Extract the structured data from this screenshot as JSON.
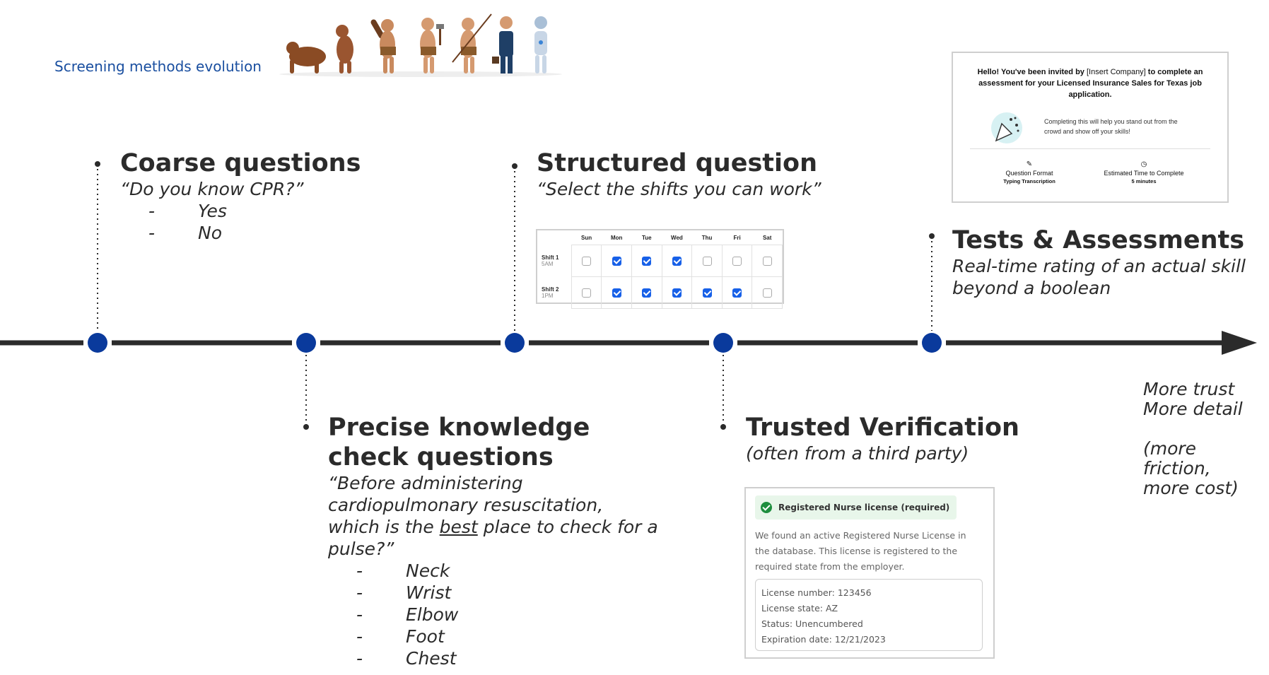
{
  "header": {
    "title": "Screening methods evolution"
  },
  "stages": {
    "coarse": {
      "title": "Coarse questions",
      "example": "“Do you know CPR?”",
      "options": [
        "Yes",
        "No"
      ]
    },
    "precise": {
      "title_line1": "Precise knowledge",
      "title_line2": "check questions",
      "question_line1": "“Before administering",
      "question_line2": "cardiopulmonary resuscitation,",
      "question_line3_pre": "which is the ",
      "question_line3_em": "best",
      "question_line3_post": " place to check for a",
      "question_line4": "pulse?”",
      "options": [
        "Neck",
        "Wrist",
        "Elbow",
        "Foot",
        "Chest"
      ]
    },
    "structured": {
      "title": "Structured question",
      "example": "“Select the shifts you can work”",
      "grid": {
        "days": [
          "Sun",
          "Mon",
          "Tue",
          "Wed",
          "Thu",
          "Fri",
          "Sat"
        ],
        "shifts": [
          {
            "name": "Shift 1",
            "time": "5AM",
            "checked": [
              false,
              true,
              true,
              true,
              false,
              false,
              false
            ]
          },
          {
            "name": "Shift 2",
            "time": "1PM",
            "checked": [
              false,
              true,
              true,
              true,
              true,
              true,
              false
            ]
          }
        ]
      }
    },
    "trusted": {
      "title": "Trusted Verification",
      "subtitle": "(often from a third party)",
      "card": {
        "badge": "Registered Nurse license (required)",
        "body_line1": "We found an active Registered Nurse License in",
        "body_line2": "the database. This license is registered to the",
        "body_line3": "required state from the employer.",
        "details": [
          "License number: 123456",
          "License state: AZ",
          "Status: Unencumbered",
          "Expiration date: 12/21/2023"
        ]
      }
    },
    "tests": {
      "title": "Tests & Assessments",
      "desc_line1": "Real-time rating of an actual skill",
      "desc_line2": "beyond a boolean",
      "card": {
        "intro_pre": "Hello! You've been invited by ",
        "intro_company": "[Insert Company]",
        "intro_post_1": " to complete an",
        "intro_line2": "assessment for your Licensed Insurance Sales for Texas job",
        "intro_line3": "application.",
        "note_line1": "Completing this will help you stand out from the",
        "note_line2": "crowd and show off your skills!",
        "format_label": "Question Format",
        "format_value": "Typing Transcription",
        "time_label": "Estimated Time to Complete",
        "time_value": "5 minutes"
      }
    }
  },
  "outcome": {
    "line1": "More trust",
    "line2": "More detail",
    "line3": "(more friction,",
    "line4": "more cost)"
  },
  "colors": {
    "node": "#0a3a9c",
    "axis": "#2b2b2b",
    "title_blue": "#1a4fa0",
    "check": "#1760e8",
    "badge_bg": "#e8f6ea",
    "badge_icon": "#1e8e3e"
  }
}
